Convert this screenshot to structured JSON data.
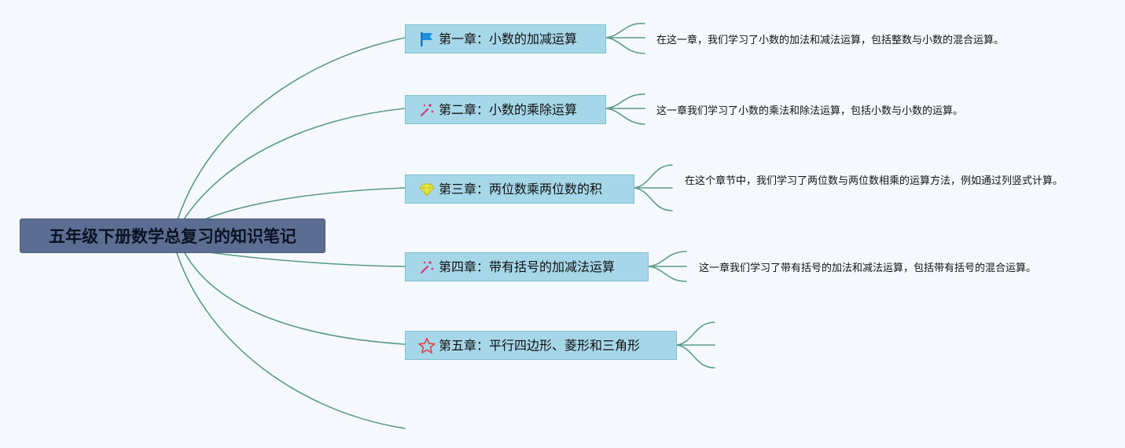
{
  "mindmap": {
    "root": {
      "title": "五年级下册数学总复习的知识笔记"
    },
    "chapters": [
      {
        "title": "第一章：小数的加减运算",
        "icon": "blue-flag-icon",
        "note": "在这一章，我们学习了小数的加法和减法运算，包括整数与小数的混合运算。"
      },
      {
        "title": "第二章：小数的乘除运算",
        "icon": "magic-wand-icon",
        "note": "这一章我们学习了小数的乘法和除法运算，包括小数与小数的运算。"
      },
      {
        "title": "第三章：两位数乘两位数的积",
        "icon": "diamond-icon",
        "note": "在这个章节中，我们学习了两位数与两位数相乘的运算方法，例如通过列竖式计算。"
      },
      {
        "title": "第四章：带有括号的加减法运算",
        "icon": "magic-wand-icon",
        "note": "这一章我们学习了带有括号的加法和减法运算，包括带有括号的混合运算。"
      },
      {
        "title": "第五章：平行四边形、菱形和三角形",
        "icon": "red-star-outline-icon",
        "note": ""
      }
    ],
    "colors": {
      "root_fill": "#5b6e92",
      "node_fill": "#a6d7e8",
      "connector": "#5a9a8a",
      "background": "#f5f9fd"
    }
  }
}
